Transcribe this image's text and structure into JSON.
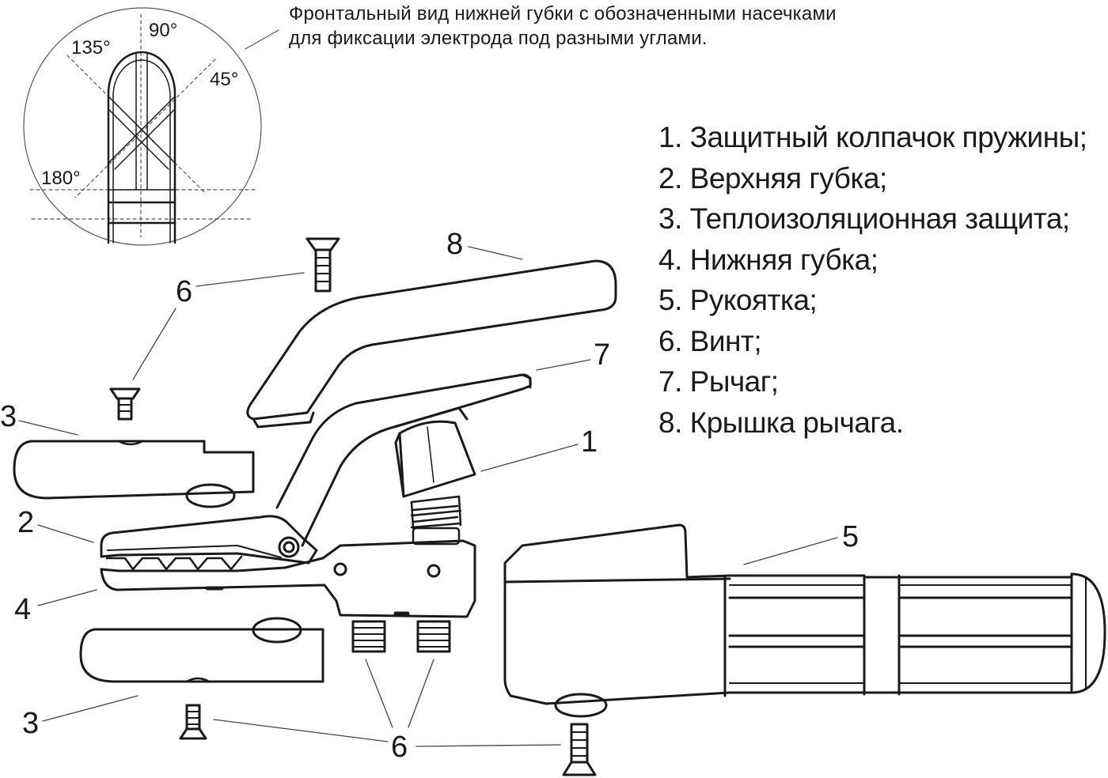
{
  "caption": {
    "line1": "Фронтальный вид нижней губки с обозначенными насечками",
    "line2": "для фиксации электрода под разными углами."
  },
  "angles": {
    "a90": "90°",
    "a135": "135°",
    "a45": "45°",
    "a180": "180°"
  },
  "legend": [
    "1. Защитный колпачок пружины;",
    "2. Верхняя губка;",
    "3. Теплоизоляционная защита;",
    "4. Нижняя губка;",
    "5. Рукоятка;",
    "6. Винт;",
    "7. Рычаг;",
    "8. Крышка рычага."
  ],
  "callouts": {
    "c1": "1",
    "c2": "2",
    "c3_top": "3",
    "c3_bottom": "3",
    "c4": "4",
    "c5": "5",
    "c6_left": "6",
    "c6_bottom": "6",
    "c7": "7",
    "c8": "8"
  },
  "colors": {
    "line": "#1a1a1a",
    "background": "#ffffff"
  }
}
